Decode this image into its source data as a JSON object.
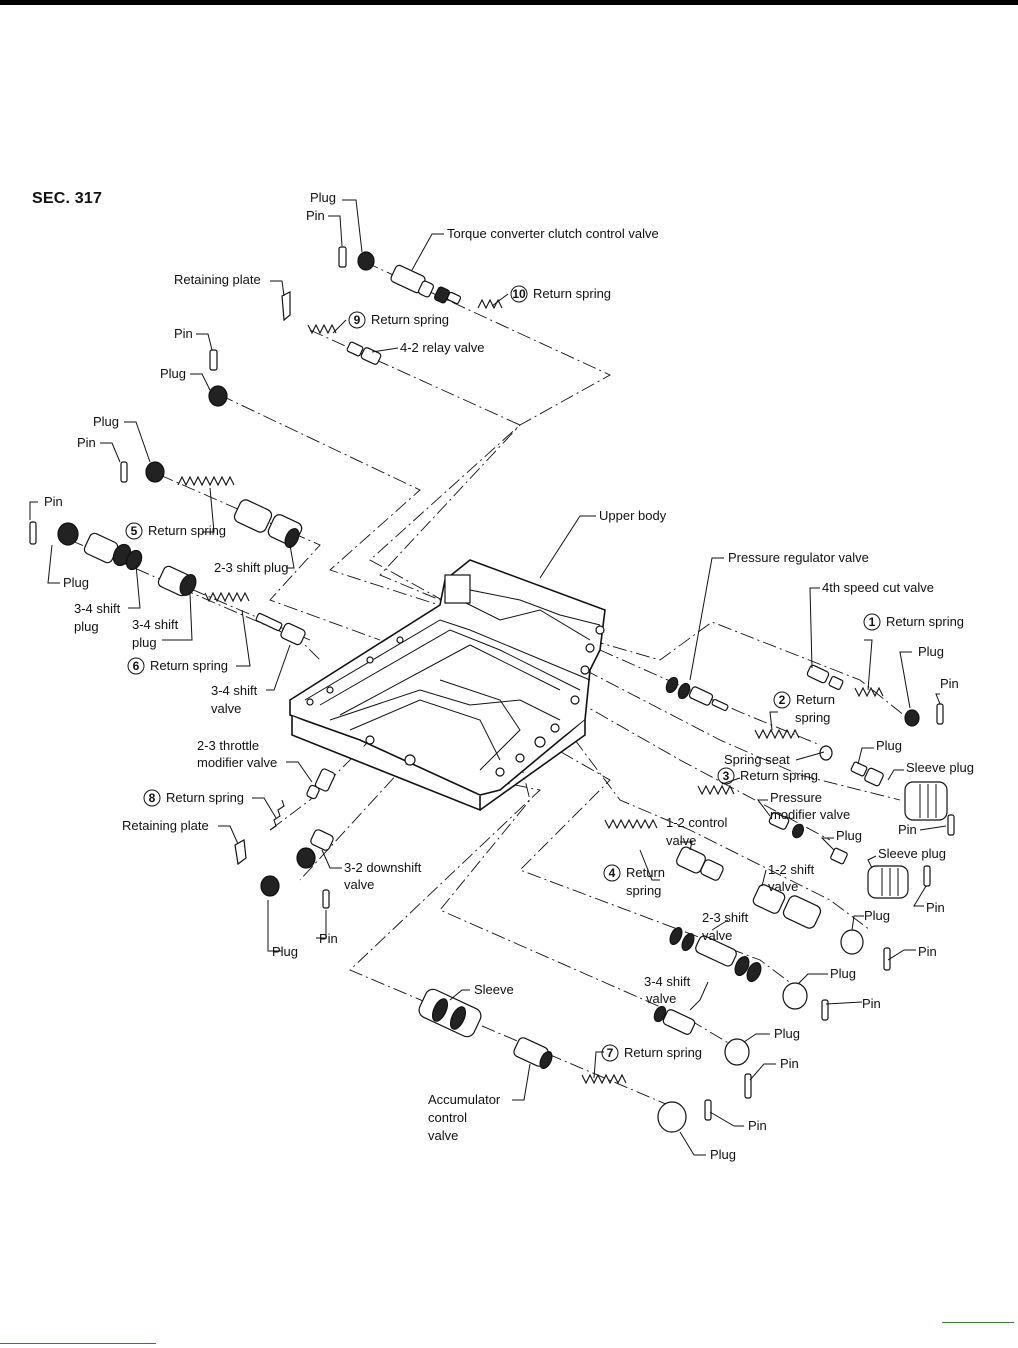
{
  "section": "SEC. 317",
  "labels": {
    "plug": "Plug",
    "pin": "Pin",
    "tcc_valve": "Torque converter clutch control valve",
    "return_spring": "Return spring",
    "retaining_plate": "Retaining plate",
    "relay_4_2": "4-2 relay valve",
    "shift_plug_2_3": "2-3 shift plug",
    "shift_plug_3_4_a": "3-4 shift",
    "plug_word": "plug",
    "shift_valve_3_4_a": "3-4 shift",
    "valve_word": "valve",
    "upper_body": "Upper body",
    "pressure_regulator_valve": "Pressure regulator valve",
    "speed_cut_4th": "4th speed cut valve",
    "spring_word": "spring",
    "spring_seat": "Spring seat",
    "sleeve_plug": "Sleeve plug",
    "pressure": "Pressure",
    "modifier_valve": "modifier valve",
    "throttle_2_3": "2-3 throttle",
    "modifier_valve_2": "modifier valve",
    "control_1_2": "1-2 control",
    "shift_1_2": "1-2 shift",
    "shift_2_3": "2-3 shift",
    "downshift_3_2": "3-2 downshift",
    "return_word": "Return",
    "sleeve": "Sleeve",
    "accumulator": "Accumulator",
    "control_word": "control"
  },
  "numbers": [
    "1",
    "2",
    "3",
    "4",
    "5",
    "6",
    "7",
    "8",
    "9",
    "10"
  ]
}
